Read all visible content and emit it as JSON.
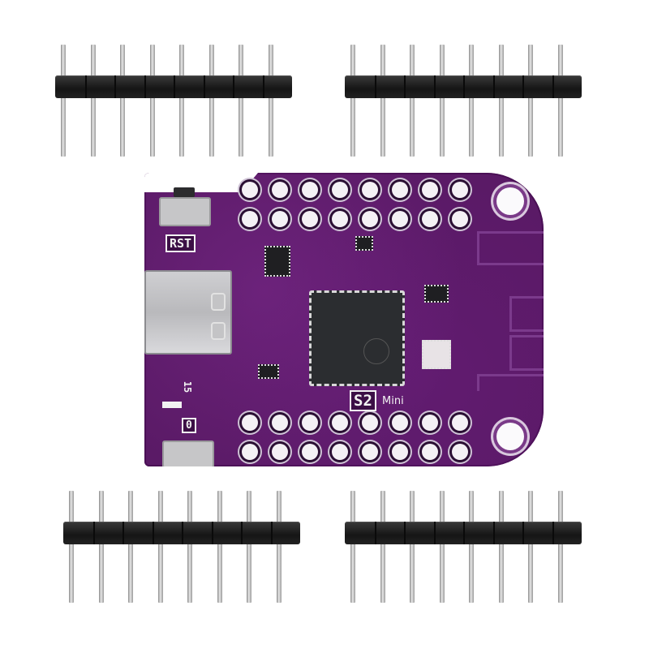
{
  "product": {
    "name": "S2 Mini",
    "board_color": "#5a1a66",
    "silkscreen": {
      "model_label_box": "S2",
      "model_label_text": "Mini",
      "reset_button_label": "RST",
      "boot_button_label": "0",
      "led_pin_label": "15"
    }
  },
  "components": {
    "usb_connector": "usb-c-connector",
    "main_chip": "qfn-microcontroller",
    "antenna": "pcb-trace-antenna",
    "buttons": [
      "RST",
      "0"
    ],
    "top_hole_rows": 2,
    "bottom_hole_rows": 2,
    "holes_per_row": 8,
    "mounting_holes": 2
  },
  "headers": [
    {
      "position": "top-left",
      "pins": 8
    },
    {
      "position": "top-right",
      "pins": 8
    },
    {
      "position": "bottom-left",
      "pins": 8
    },
    {
      "position": "bottom-right",
      "pins": 8
    }
  ]
}
